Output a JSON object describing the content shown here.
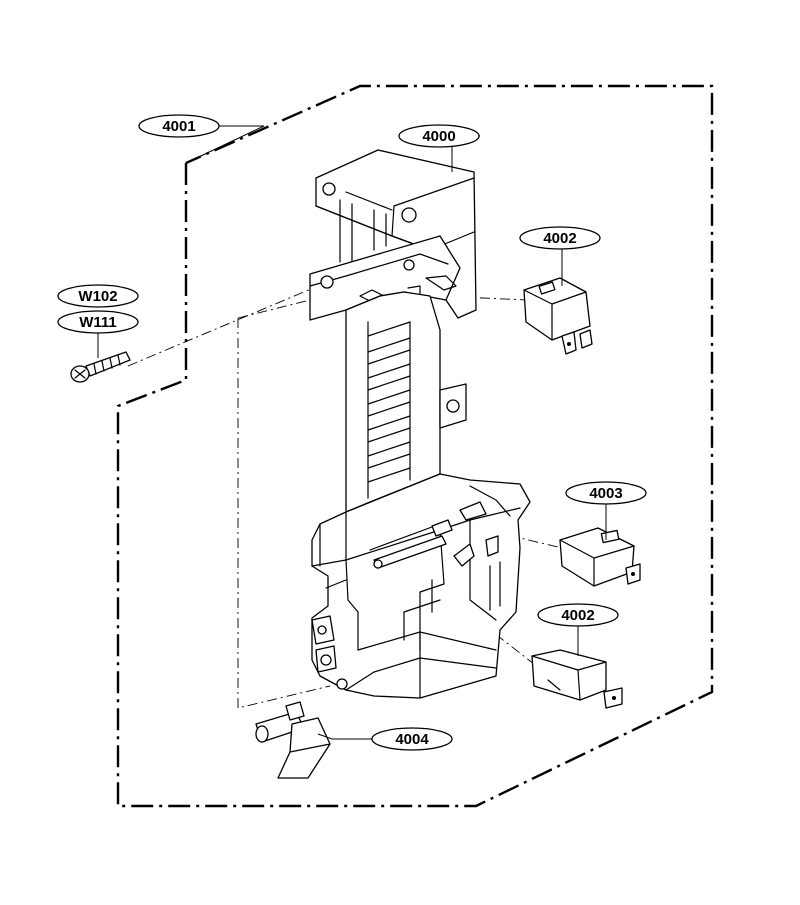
{
  "diagram": {
    "callouts": {
      "assembly": "4001",
      "frame": "4000",
      "switch_top": "4002",
      "switch_middle": "4003",
      "switch_bottom": "4002",
      "screw_a": "W102",
      "screw_b": "W111",
      "lever": "4004"
    }
  }
}
